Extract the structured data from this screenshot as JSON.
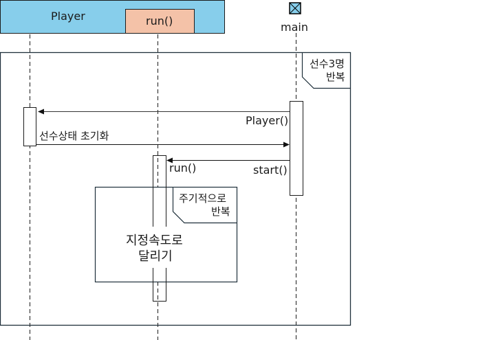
{
  "diagram": {
    "lifelines": {
      "player": {
        "label": "Player",
        "color": "#87CEEB"
      },
      "run": {
        "label": "run()",
        "color": "#F4C2A8"
      },
      "main": {
        "label": "main",
        "icon": "boundary-x-icon",
        "color": "#87CEEB"
      }
    },
    "frames": {
      "outer": {
        "guard_line1": "선수3명",
        "guard_line2": "반복"
      },
      "inner": {
        "guard_line1": "주기적으로",
        "guard_line2": "반복",
        "body_line1": "지정속도로",
        "body_line2": "달리기"
      }
    },
    "messages": {
      "player_ctor": "Player()",
      "init_state": "선수상태 초기화",
      "start": "start()",
      "run": "run()"
    }
  }
}
